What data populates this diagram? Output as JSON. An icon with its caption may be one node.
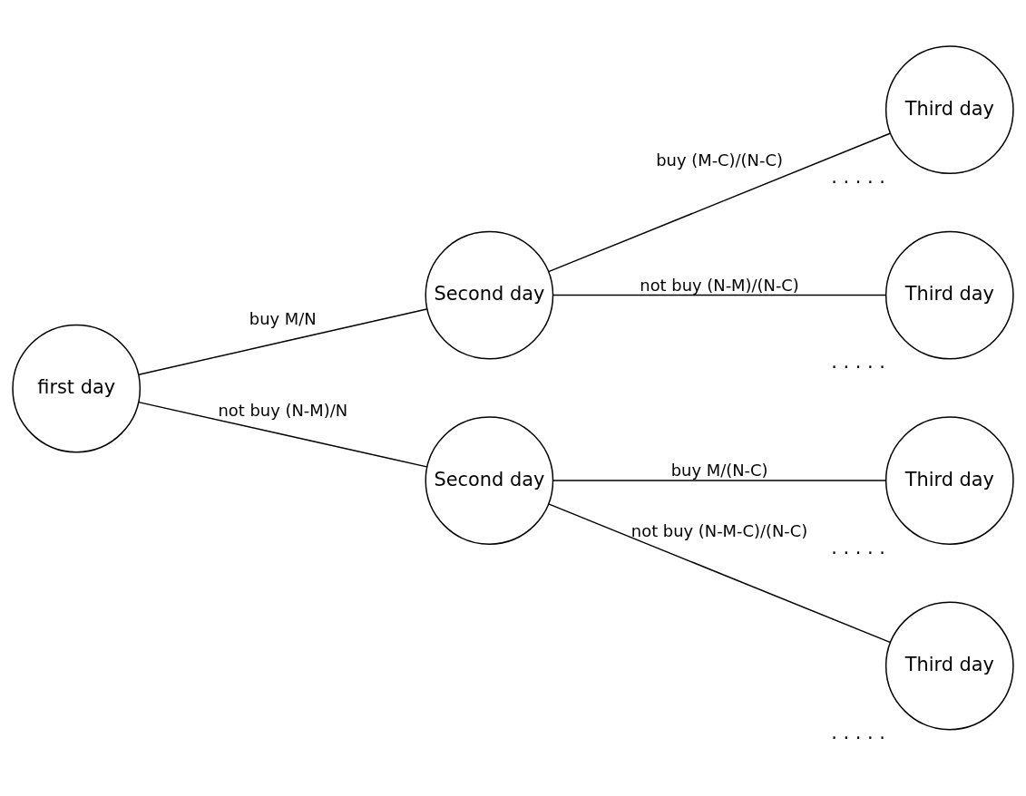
{
  "diagram": {
    "nodes": [
      {
        "text": [
          "first day"
        ]
      },
      {
        "text": [
          "Second day"
        ]
      },
      {
        "text": [
          "Second day"
        ]
      },
      {
        "text": [
          "Third day"
        ],
        "beside": [
          "· · · · ·"
        ]
      },
      {
        "text": [
          "Third day"
        ],
        "beside": [
          "· · · · ·"
        ]
      },
      {
        "text": [
          "Third day"
        ],
        "beside": [
          "· · · · ·"
        ]
      },
      {
        "text": [
          "Third day"
        ],
        "beside": [
          "· · · · ·"
        ]
      }
    ],
    "edges": [
      {
        "from": 0,
        "to": 1,
        "arrow": "none",
        "label": "buy M/N"
      },
      {
        "from": 0,
        "to": 2,
        "arrow": "none",
        "label": "not buy (N-M)/N"
      },
      {
        "from": 1,
        "to": 3,
        "arrow": "none",
        "label": "buy (M-C)/(N-C)"
      },
      {
        "from": 1,
        "to": 4,
        "arrow": "none",
        "label": "not buy (N-M)/(N-C)"
      },
      {
        "from": 2,
        "to": 5,
        "arrow": "none",
        "label": "buy M/(N-C)"
      },
      {
        "from": 2,
        "to": 6,
        "arrow": "none",
        "label": "not buy (N-M-C)/(N-C)"
      }
    ]
  }
}
